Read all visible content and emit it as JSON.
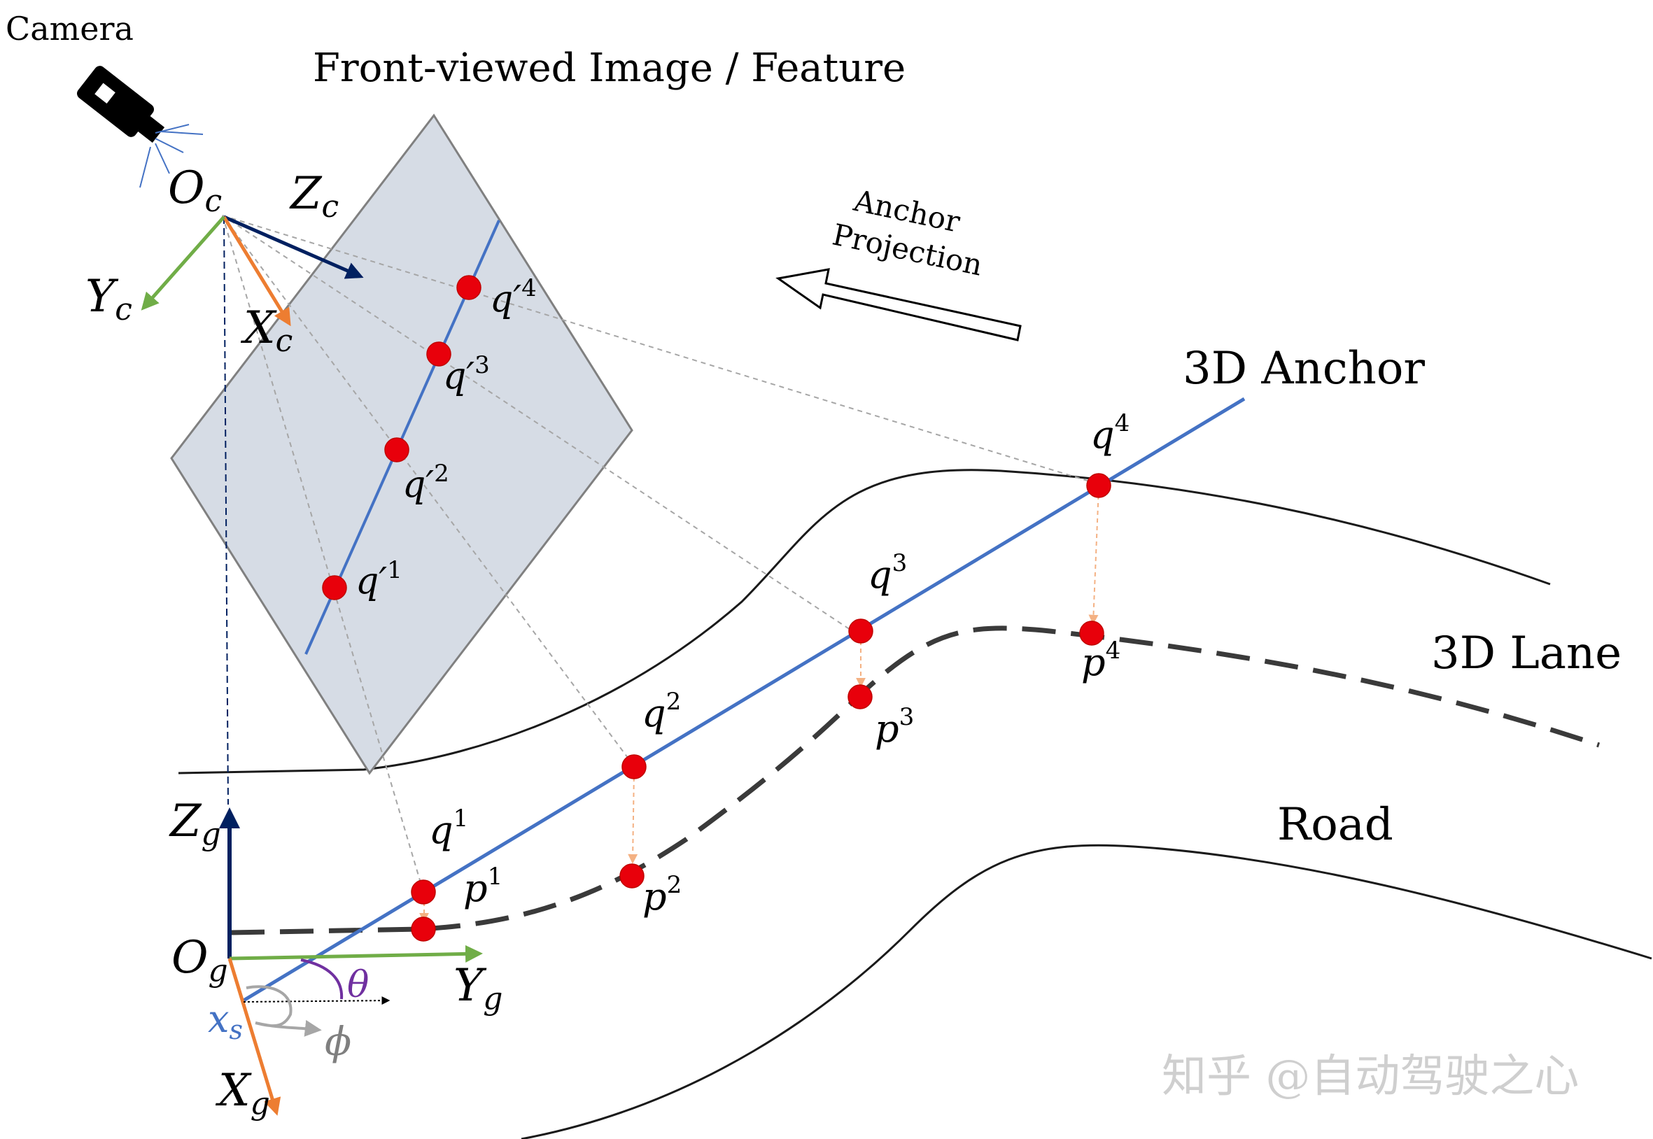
{
  "title": "Front-viewed Image / Feature",
  "camera_label": "Camera",
  "annotation": "Anchor\nProjection",
  "labels": {
    "anchor_3d": "3D Anchor",
    "lane_3d": "3D Lane",
    "road": "Road"
  },
  "camera_axes": {
    "origin": {
      "base": "O",
      "sub": "c"
    },
    "z": {
      "base": "Z",
      "sub": "c"
    },
    "y": {
      "base": "Y",
      "sub": "c"
    },
    "x": {
      "base": "X",
      "sub": "c"
    }
  },
  "ground_axes": {
    "origin": {
      "base": "O",
      "sub": "g"
    },
    "z": {
      "base": "Z",
      "sub": "g"
    },
    "y": {
      "base": "Y",
      "sub": "g"
    },
    "x": {
      "base": "X",
      "sub": "g"
    },
    "xs": {
      "base": "x",
      "sub": "s"
    },
    "theta": "θ",
    "phi": "ϕ"
  },
  "image_points": [
    {
      "base": "q′",
      "sup": "1"
    },
    {
      "base": "q′",
      "sup": "2"
    },
    {
      "base": "q′",
      "sup": "3"
    },
    {
      "base": "q′",
      "sup": "4"
    }
  ],
  "anchor_points": [
    {
      "base": "q",
      "sup": "1"
    },
    {
      "base": "q",
      "sup": "2"
    },
    {
      "base": "q",
      "sup": "3"
    },
    {
      "base": "q",
      "sup": "4"
    }
  ],
  "lane_points": [
    {
      "base": "p",
      "sup": "1"
    },
    {
      "base": "p",
      "sup": "2"
    },
    {
      "base": "p",
      "sup": "3"
    },
    {
      "base": "p",
      "sup": "4"
    }
  ],
  "watermark": "知乎 @自动驾驶之心",
  "colors": {
    "anchor": "#4472c4",
    "point": "#e8000b",
    "x_axis": "#ed7d31",
    "y_axis": "#70ad47",
    "z_axis": "#002060",
    "theta": "#7030a0",
    "plane": "#d6dce5"
  }
}
